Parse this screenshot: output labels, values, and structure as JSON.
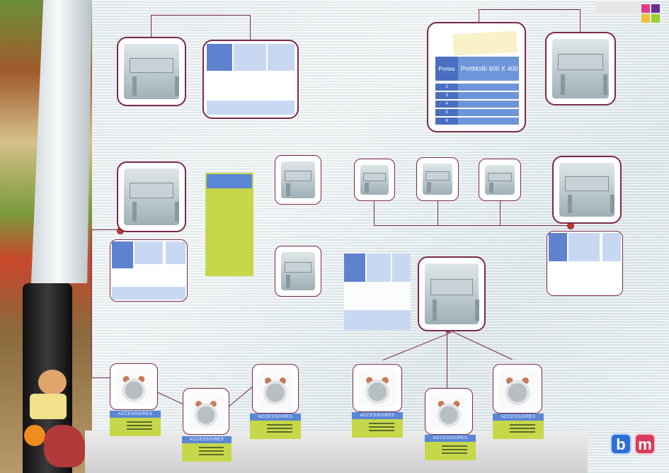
{
  "porte_table": {
    "header_left": "Portes",
    "header_title": "PortMoBi 600 X 400",
    "rows": [
      "2",
      "3",
      "4",
      "5",
      "6"
    ]
  },
  "accessoires": {
    "label": "ACCESSOIRES"
  },
  "panels": {
    "green_text_visible": false
  },
  "brand": {
    "logo_left": "b",
    "logo_right": "m",
    "logo_colors": [
      "#2c6fd6",
      "#d83a5a"
    ],
    "corner_squares": [
      "#e23b8a",
      "#f0c03a",
      "#6b2d8f",
      "#9acd32"
    ]
  },
  "colors": {
    "frame": "#7a2a4a",
    "table_header": "#5f82cf",
    "green_panel": "#c6d84a"
  }
}
